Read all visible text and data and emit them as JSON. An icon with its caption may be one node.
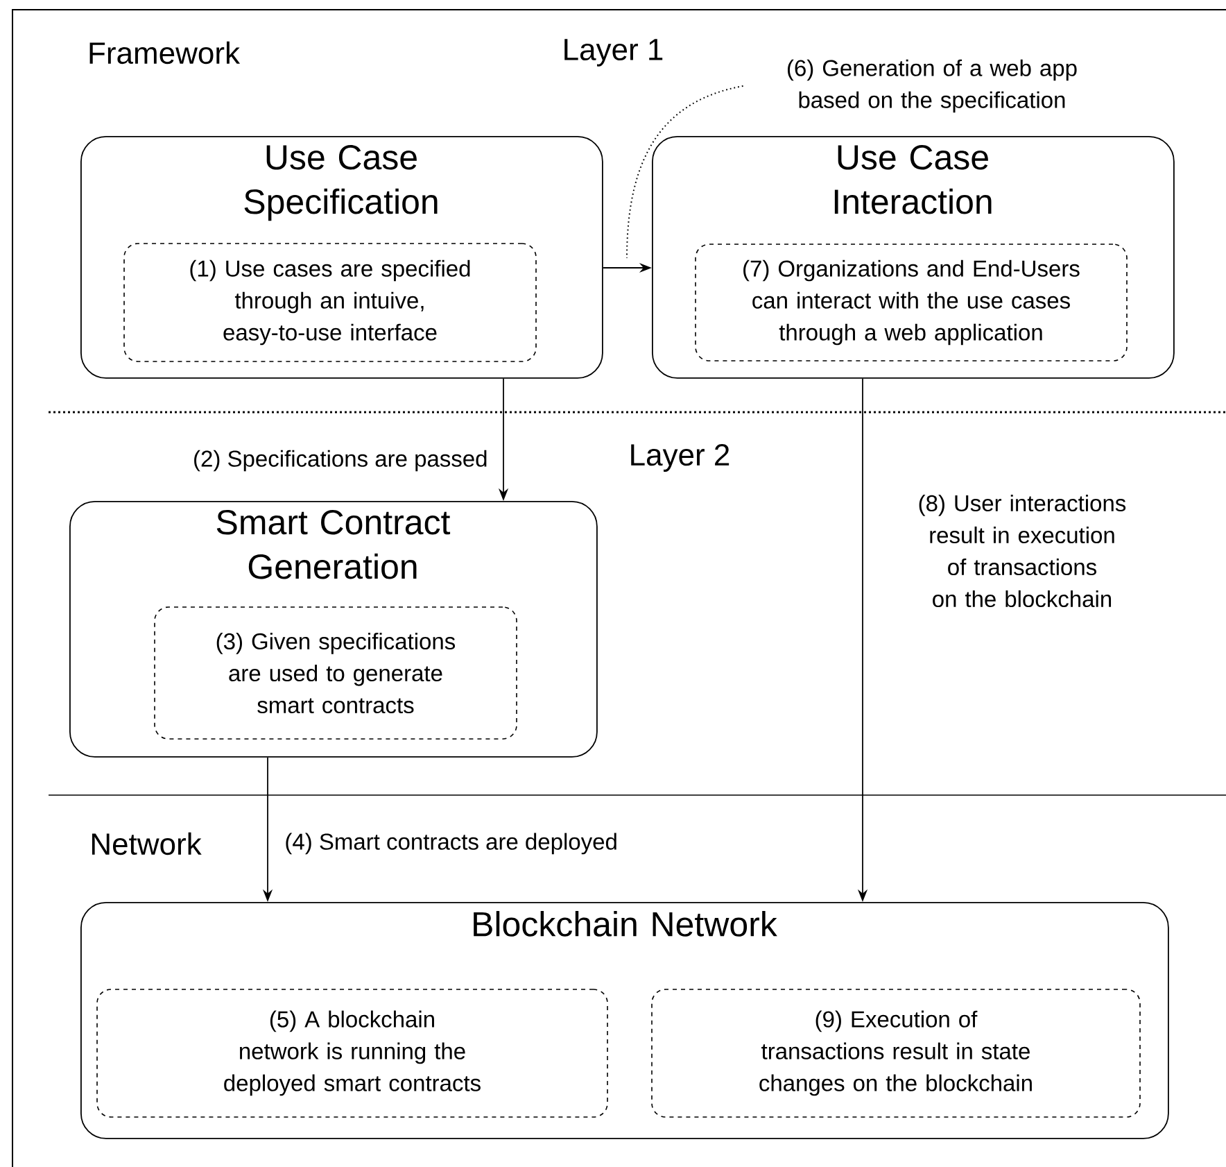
{
  "diagram": {
    "nodes": [
      {
        "text": [
          "Use Case Specification"
        ]
      },
      {
        "text": [
          "(1) Use cases are specified through an intuive, easy-to-use interface"
        ],
        "in": 0
      },
      {
        "text": [
          "Use Case Interaction"
        ]
      },
      {
        "text": [
          "(7) Organizations and End-Users can interact with the use cases through a web application"
        ],
        "in": 2
      },
      {
        "text": [
          "Smart Contract Generation"
        ]
      },
      {
        "text": [
          "(3) Given specifications are used to generate smart contracts"
        ],
        "in": 4
      },
      {
        "text": [
          "Blockchain Network"
        ]
      },
      {
        "text": [
          "(5) A blockchain network is running the deployed smart contracts"
        ],
        "in": 6
      },
      {
        "text": [
          "(9) Execution of transactions result in state changes on the blockchain"
        ],
        "in": 6
      },
      {
        "text": [
          "(6) Generation of a web app based on the specification"
        ]
      }
    ],
    "edges": [
      {
        "from": 0,
        "to": 2,
        "arrow": "to"
      },
      {
        "from": 0,
        "to": 4,
        "arrow": "to",
        "label": "(2) Specifications are passed"
      },
      {
        "from": 4,
        "to": 6,
        "arrow": "to",
        "label": "(4) Smart contracts are deployed"
      },
      {
        "from": 2,
        "to": 6,
        "arrow": "to",
        "label": "(8) User interactions result in execution of transactions on the blockchain"
      },
      {
        "from": 9,
        "to": null,
        "arrow": "none",
        "style": "dashed"
      }
    ],
    "labels": [
      "Framework",
      "Layer 1",
      "Layer 2",
      "Network"
    ]
  }
}
